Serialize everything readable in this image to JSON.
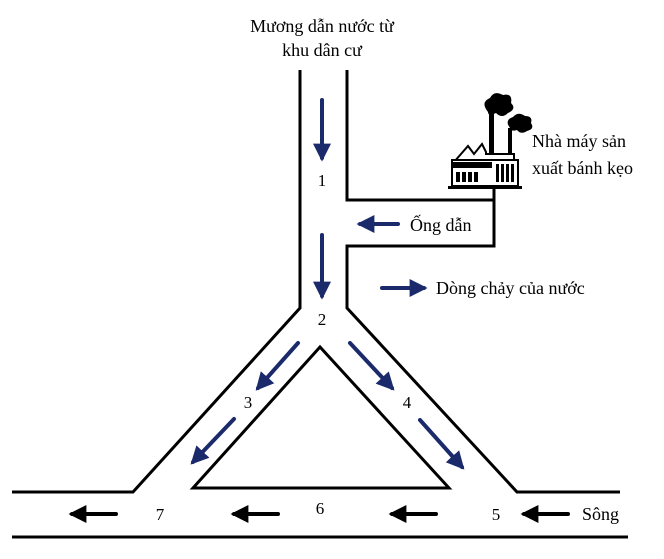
{
  "labels": {
    "source_line1": "Mương dẫn nước từ",
    "source_line2": "khu dân cư",
    "factory_line1": "Nhà máy sản",
    "factory_line2": "xuất bánh kẹo",
    "pipe": "Ống dẫn",
    "legend": "Dòng chảy của nước",
    "river": "Sông"
  },
  "points": {
    "p1": "1",
    "p2": "2",
    "p3": "3",
    "p4": "4",
    "p5": "5",
    "p6": "6",
    "p7": "7"
  },
  "colors": {
    "arrow": "#1b2a6b",
    "wall": "#000000"
  },
  "icons": {
    "factory": "factory-icon"
  }
}
